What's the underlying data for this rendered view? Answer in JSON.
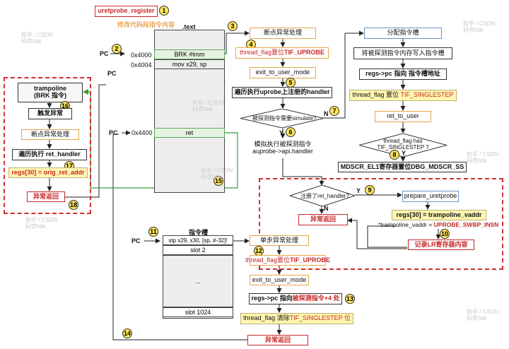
{
  "top": {
    "uretprobe_register": "uretprobe_register",
    "modify_note": "修改代码段指令内容"
  },
  "text_section": {
    "label": ".text",
    "pc": "PC",
    "addr_4000": "0x4000",
    "addr_4004": "0x4004",
    "addr_4400": "0x4400",
    "brk_cell": "BRK #imm",
    "mov_cell": "mov x29, sp",
    "ret_cell": "ret"
  },
  "left_flow": {
    "trampoline_line1": "trampoline",
    "trampoline_line2": "(BRK 指令)",
    "trigger": "触发异常",
    "exception_handling": "断点异常处理",
    "run_ret_handler": "遍历执行 ret_handler",
    "regs30": "regs[30] = orig_ret_addr",
    "exc_return": "异常返回"
  },
  "mid_flow": {
    "bp_handling": "断点异常处理",
    "thread_flag_prefix": "thread_flag置位",
    "tif_uprobe": "TIF_UPROBE",
    "exit_user": "exit_to_user_mode",
    "run_uprobe_handler": "遍历执行uprobe上注册的handler",
    "need_simulate": "被探测指令需要simulate?",
    "n_label": "N",
    "y_label": "Y",
    "simulate_line1": "模拟执行被探测指令",
    "simulate_line2": "auprobe->api.handler"
  },
  "right_flow": {
    "alloc_slot": "分配指令槽",
    "copy_insn": "将被探测指令内存写入指令槽",
    "regs_pc": "regs->pc 指向 指令槽地址",
    "thread_flag_set": "thread_flag 置位",
    "tif_singlestep": "TIF_SINGLESTEP",
    "ret_user": "ret_to_user",
    "has_singlestep_line1": "thread_flag has",
    "has_singlestep_line2": "TIF_SINGLESTEP ?",
    "mdscr": "MDSCR_EL1寄存器置位DBG_MDSCR_SS"
  },
  "ret_region": {
    "registered": "注册了ret_handler?",
    "y_label": "Y",
    "n_label": "N",
    "prepare": "prepare_uretprobe",
    "exc_return": "异常返回",
    "regs30_tramp": "regs[30] = trampoline_vaddr",
    "tramp_vaddr_prefix": "*trampoline_vaddr = ",
    "tramp_vaddr_value": "UPROBE_SWBP_INSN",
    "record_lr": "记录LR寄存器内容"
  },
  "slots": {
    "title": "指令槽",
    "pc": "PC",
    "slot1": "stp x29, x30, [sp, #-32]!",
    "slot2": "slot 2",
    "dots": "...",
    "slot1024": "slot 1024"
  },
  "bottom_flow": {
    "single_step": "单步异常处理",
    "thread_flag_prefix": "thread_flag置位",
    "tif_uprobe": "TIF_UPROBE",
    "exit_user": "exit_to_user_mode",
    "regs_pc_prefix": "regs->pc 指向 ",
    "regs_pc_suffix": "被探测指令+4 处",
    "clear_prefix": "thread_flag 清除 ",
    "clear_suffix": "TIF_SINGLESTEP 位",
    "exc_return": "异常返回"
  },
  "steps": [
    "1",
    "2",
    "3",
    "4",
    "5",
    "6",
    "7",
    "8",
    "9",
    "10",
    "11",
    "12",
    "13",
    "14",
    "15",
    "16",
    "17",
    "18"
  ],
  "watermark": {
    "line1": "知乎 / CSDN",
    "line2": "码农hbk"
  },
  "colors": {
    "accent_red": "#c62828",
    "dashed_red": "#d32f2f",
    "yellow_fill": "#fff6b0",
    "step_circle": "#ffe45c",
    "green_flow": "#3c9a3c",
    "blue_flow": "#6d8fc4",
    "orange_border": "#e6a54a"
  }
}
